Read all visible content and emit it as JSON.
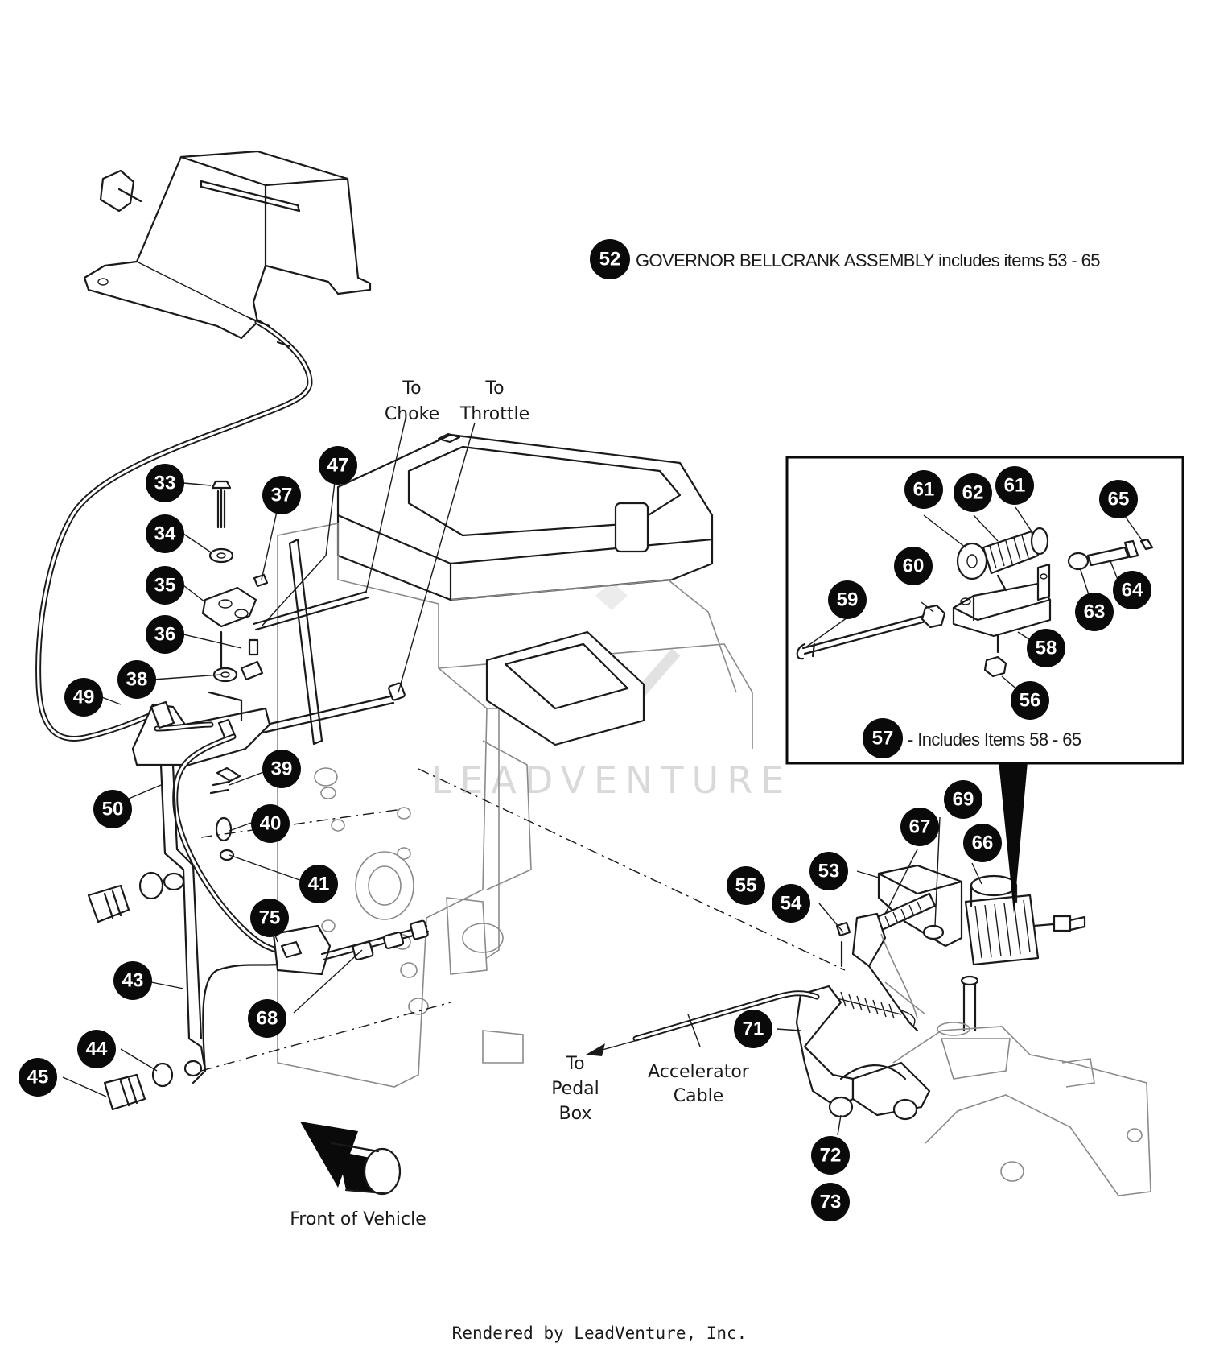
{
  "assembly_note": {
    "number": "52",
    "text": "GOVERNOR BELLCRANK ASSEMBLY includes items 53 - 65"
  },
  "inset_note": {
    "number": "57",
    "text": "- Includes Items 58 - 65"
  },
  "labels": {
    "to_choke": [
      "To",
      "Choke"
    ],
    "to_throttle": [
      "To",
      "Throttle"
    ],
    "accelerator_cable": [
      "Accelerator",
      "Cable"
    ],
    "to_pedal_box": [
      "To",
      "Pedal",
      "Box"
    ],
    "front_of_vehicle": "Front of Vehicle"
  },
  "callouts": [
    {
      "id": "33",
      "label": "33"
    },
    {
      "id": "34",
      "label": "34"
    },
    {
      "id": "35",
      "label": "35"
    },
    {
      "id": "36",
      "label": "36"
    },
    {
      "id": "37",
      "label": "37"
    },
    {
      "id": "38",
      "label": "38"
    },
    {
      "id": "39",
      "label": "39"
    },
    {
      "id": "40",
      "label": "40"
    },
    {
      "id": "41",
      "label": "41"
    },
    {
      "id": "43",
      "label": "43"
    },
    {
      "id": "44",
      "label": "44"
    },
    {
      "id": "45",
      "label": "45"
    },
    {
      "id": "47",
      "label": "47"
    },
    {
      "id": "49",
      "label": "49"
    },
    {
      "id": "50",
      "label": "50"
    },
    {
      "id": "53",
      "label": "53"
    },
    {
      "id": "54",
      "label": "54"
    },
    {
      "id": "55",
      "label": "55"
    },
    {
      "id": "56",
      "label": "56"
    },
    {
      "id": "58",
      "label": "58"
    },
    {
      "id": "59",
      "label": "59"
    },
    {
      "id": "60",
      "label": "60"
    },
    {
      "id": "61a",
      "label": "61"
    },
    {
      "id": "61b",
      "label": "61"
    },
    {
      "id": "62",
      "label": "62"
    },
    {
      "id": "63",
      "label": "63"
    },
    {
      "id": "64",
      "label": "64"
    },
    {
      "id": "65",
      "label": "65"
    },
    {
      "id": "66",
      "label": "66"
    },
    {
      "id": "67",
      "label": "67"
    },
    {
      "id": "68",
      "label": "68"
    },
    {
      "id": "69",
      "label": "69"
    },
    {
      "id": "71",
      "label": "71"
    },
    {
      "id": "72",
      "label": "72"
    },
    {
      "id": "73",
      "label": "73"
    },
    {
      "id": "75",
      "label": "75"
    }
  ],
  "watermark": "LEADVENTURE",
  "footer": "Rendered by LeadVenture, Inc."
}
